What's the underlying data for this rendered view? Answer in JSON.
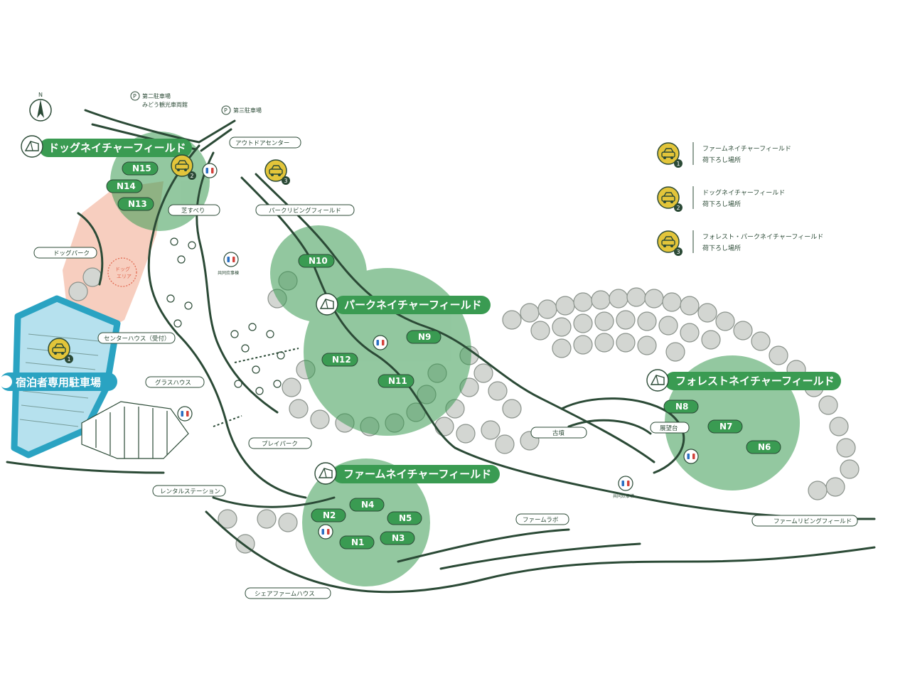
{
  "compass": {
    "label": "N"
  },
  "parking_signs": [
    {
      "line1": "第二駐車場",
      "line2": "みどう観光車両館"
    },
    {
      "line1": "第三駐車場",
      "line2": ""
    }
  ],
  "fields": [
    {
      "id": "dog",
      "label": "ドッグネイチャーフィールド"
    },
    {
      "id": "park",
      "label": "パークネイチャーフィールド"
    },
    {
      "id": "forest",
      "label": "フォレストネイチャーフィールド"
    },
    {
      "id": "farm",
      "label": "ファームネイチャーフィールド"
    }
  ],
  "guest_parking": {
    "label": "宿泊者専用駐車場"
  },
  "sites": [
    "N1",
    "N2",
    "N3",
    "N4",
    "N5",
    "N6",
    "N7",
    "N8",
    "N9",
    "N10",
    "N11",
    "N12",
    "N13",
    "N14",
    "N15"
  ],
  "places": [
    {
      "id": "outdoor-center",
      "label": "アウトドアセンター"
    },
    {
      "id": "grass-slide",
      "label": "芝すべり"
    },
    {
      "id": "park-living",
      "label": "パークリビングフィールド"
    },
    {
      "id": "dog-park",
      "label": "ドッグパーク"
    },
    {
      "id": "center-house",
      "label": "センターハウス（受付）"
    },
    {
      "id": "glass-house",
      "label": "グラスハウス"
    },
    {
      "id": "play-park",
      "label": "プレイパーク"
    },
    {
      "id": "rental-station",
      "label": "レンタルステーション"
    },
    {
      "id": "share-farm-house",
      "label": "シェアファームハウス"
    },
    {
      "id": "farm-lab",
      "label": "ファームラボ"
    },
    {
      "id": "old-tomb",
      "label": "古墳"
    },
    {
      "id": "observatory",
      "label": "展望台"
    },
    {
      "id": "farm-living",
      "label": "ファームリビングフィールド"
    }
  ],
  "dog_area": {
    "line1": "ドッグ",
    "line2": "エリア"
  },
  "small_labels": {
    "toilet_a": "共同炊事棟",
    "toilet_b": "共同炊事棟"
  },
  "unloading_markers": [
    "1",
    "2",
    "3"
  ],
  "legend": [
    {
      "number": "1",
      "line1": "ファームネイチャーフィールド",
      "line2": "荷下ろし場所"
    },
    {
      "number": "2",
      "line1": "ドッグネイチャーフィールド",
      "line2": "荷下ろし場所"
    },
    {
      "number": "3",
      "line1": "フォレスト・パークネイチャーフィールド",
      "line2": "荷下ろし場所"
    }
  ],
  "colors": {
    "field_green": "#3a9b52",
    "zone_green": "#7ec98a",
    "road": "#2b4a36",
    "tree_gray": "#d3d6d2",
    "unload_yellow": "#e3c53a",
    "parking_blue": "#2aa3c2",
    "dog_zone": "#f6c9b8"
  },
  "icons": [
    "compass-icon",
    "parking-icon",
    "tent-icon",
    "car-icon",
    "toilet-icon"
  ]
}
